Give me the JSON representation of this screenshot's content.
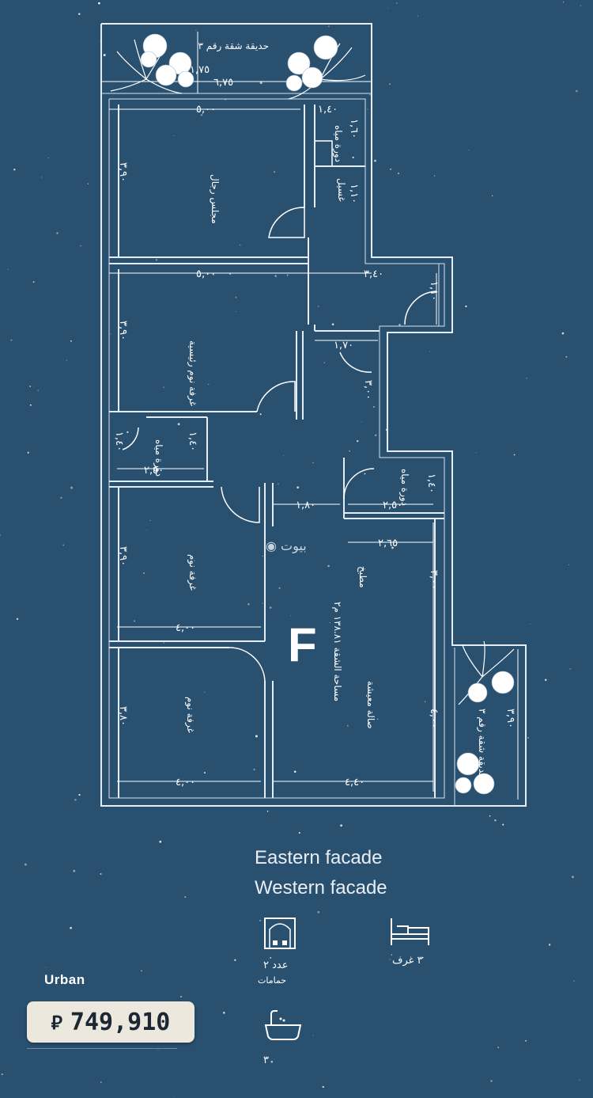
{
  "plan": {
    "unit_marker": "F",
    "watermark": "بيوت",
    "rooms": {
      "garden_top": "حديقة شقة رقم ٣",
      "majlis": "مجلس رجال",
      "master_bedroom": "غرفة نوم رئيسية",
      "bath_small": "دورة مياه",
      "bath_top": "دورة مياه",
      "bath_right": "دورة مياه",
      "bedroom_1": "غرفة نوم",
      "bedroom_2": "غرفة نوم",
      "kitchen": "مطبخ",
      "living": "صالة معيشة",
      "area_note": "مساحة الشقة ١٣٨.٨١ م٢",
      "garden_side": "حديقة شقة رقم ٣",
      "laundry": "غسيل"
    },
    "dims": {
      "top_h": "١,٧٥",
      "top_w": "٦,٧٥",
      "majlis_w": "٥,٠٠",
      "majlis_h": "٣,٩٠",
      "bath_top_w": "١,٤٠",
      "bath_top_h": "١,٦٠",
      "laundry_h": "١,١٠",
      "master_w": "٥,٠٠",
      "master_h": "٣,٩٠",
      "corridor_w": "٣,٤٠",
      "side_h": "١,١٠",
      "entry_w": "١,٧٠",
      "entry_h": "٣,٠٠",
      "bath_small_w": "٢,٥٠",
      "bath_small_h": "١,٤٠",
      "bath_small_h2": "١,٤٠",
      "hall_w": "١,٨٠",
      "bath_right_w": "٢,٥٠",
      "bath_right_h": "١,٤٠",
      "kitchen_w": "٢,٦٥",
      "kitchen_h": "٣,٠٠",
      "bed1_h": "٣,٩٠",
      "bed1_w": "٤,٠٠",
      "bed2_h": "٣,٨٠",
      "bed2_w": "٤,٠٠",
      "living_w": "٤,٤٠",
      "living_h": "٤,٠٠",
      "garden_side_h": "٣,٩٠"
    }
  },
  "facades": [
    "Eastern facade",
    "Western facade"
  ],
  "features": {
    "rooms_label": "عدد ٢",
    "rooms_sub": "حمامات",
    "bedrooms_label": "٣ غرف",
    "baths_label": "٣"
  },
  "listing": {
    "brand": "Urban",
    "price": "749,910",
    "currency_symbol": "⃁"
  }
}
